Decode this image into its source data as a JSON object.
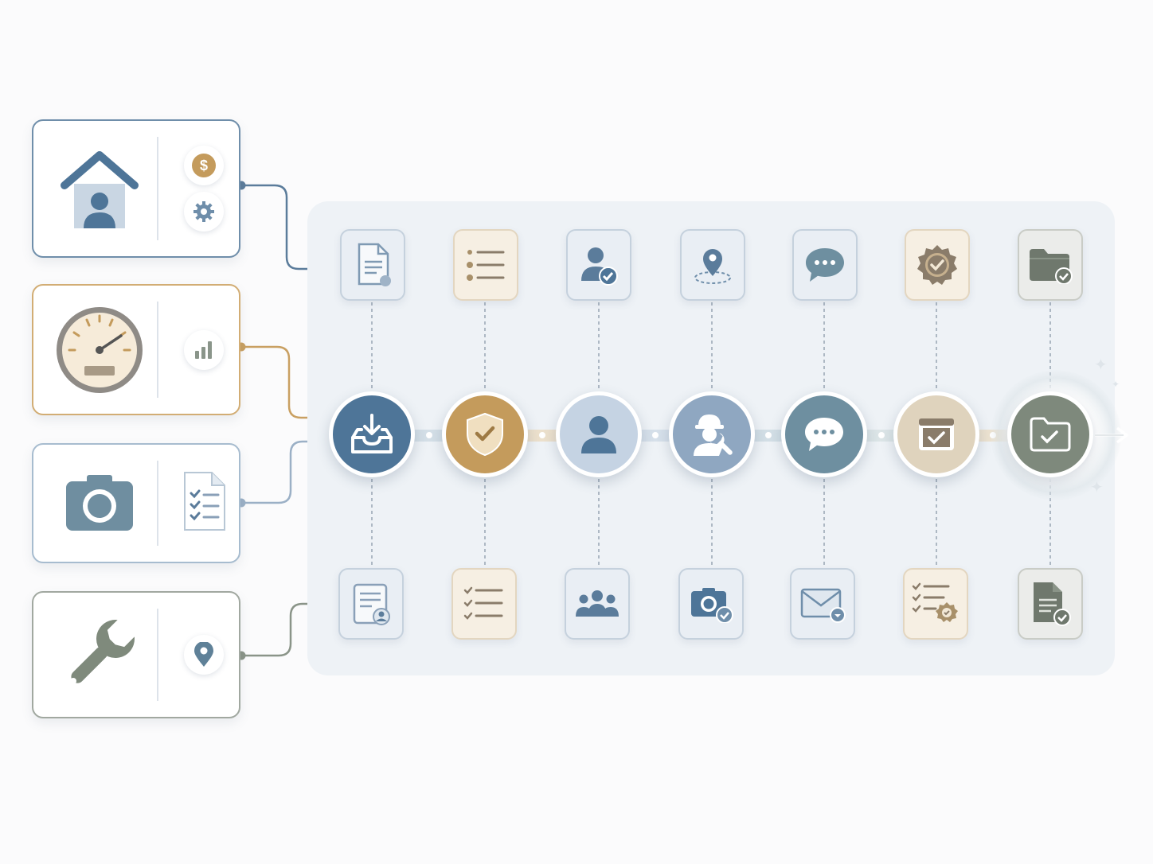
{
  "diagram": {
    "type": "workflow-pipeline",
    "colors": {
      "navy": "#4e7598",
      "gold": "#c49b5c",
      "slate": "#8aa0b8",
      "olive": "#7f8a7c",
      "panel": "#eef2f6",
      "connector_blue": "#5b7c9b",
      "connector_gold": "#c9a062",
      "connector_slate": "#9bb0c6",
      "connector_olive": "#8a9488"
    },
    "source_cards": [
      {
        "name": "property-card",
        "main_icon": "house-with-person-icon",
        "side_icons": [
          "dollar-coin-icon",
          "gear-icon"
        ],
        "accent": "#5b7c9b"
      },
      {
        "name": "meter-card",
        "main_icon": "speedometer-gauge-icon",
        "side_icons": [
          "bar-chart-icon"
        ],
        "accent": "#c9a062"
      },
      {
        "name": "inspection-card",
        "main_icon": "camera-icon",
        "side_icons": [
          "checklist-document-icon"
        ],
        "accent": "#9bb0c6"
      },
      {
        "name": "maintenance-card",
        "main_icon": "wrench-icon",
        "side_icons": [
          "location-pin-icon"
        ],
        "accent": "#8a9488"
      }
    ],
    "stages": [
      {
        "node_icon": "inbox-download-icon",
        "node_color": "#4e7598",
        "top_icon": "document-icon",
        "bottom_icon": "contact-form-icon",
        "tone": "blue"
      },
      {
        "node_icon": "shield-check-icon",
        "node_color": "#c49b5c",
        "top_icon": "list-icon",
        "bottom_icon": "checklist-icon",
        "tone": "tan"
      },
      {
        "node_icon": "user-icon",
        "node_color": "#c5d3e3",
        "top_icon": "user-check-icon",
        "bottom_icon": "team-icon",
        "tone": "blue"
      },
      {
        "node_icon": "technician-wrench-icon",
        "node_color": "#8fa7c1",
        "top_icon": "map-pin-area-icon",
        "bottom_icon": "camera-check-icon",
        "tone": "blue"
      },
      {
        "node_icon": "chat-bubble-icon",
        "node_color": "#6e8fa0",
        "top_icon": "chat-bubble-icon",
        "bottom_icon": "email-icon",
        "tone": "blue"
      },
      {
        "node_icon": "calendar-check-icon",
        "node_color": "#dfd3bd",
        "top_icon": "badge-check-icon",
        "bottom_icon": "checklist-award-icon",
        "tone": "tan"
      },
      {
        "node_icon": "folder-check-icon",
        "node_color": "#7e897c",
        "top_icon": "folder-check-icon",
        "bottom_icon": "document-check-icon",
        "tone": "grey"
      }
    ]
  }
}
